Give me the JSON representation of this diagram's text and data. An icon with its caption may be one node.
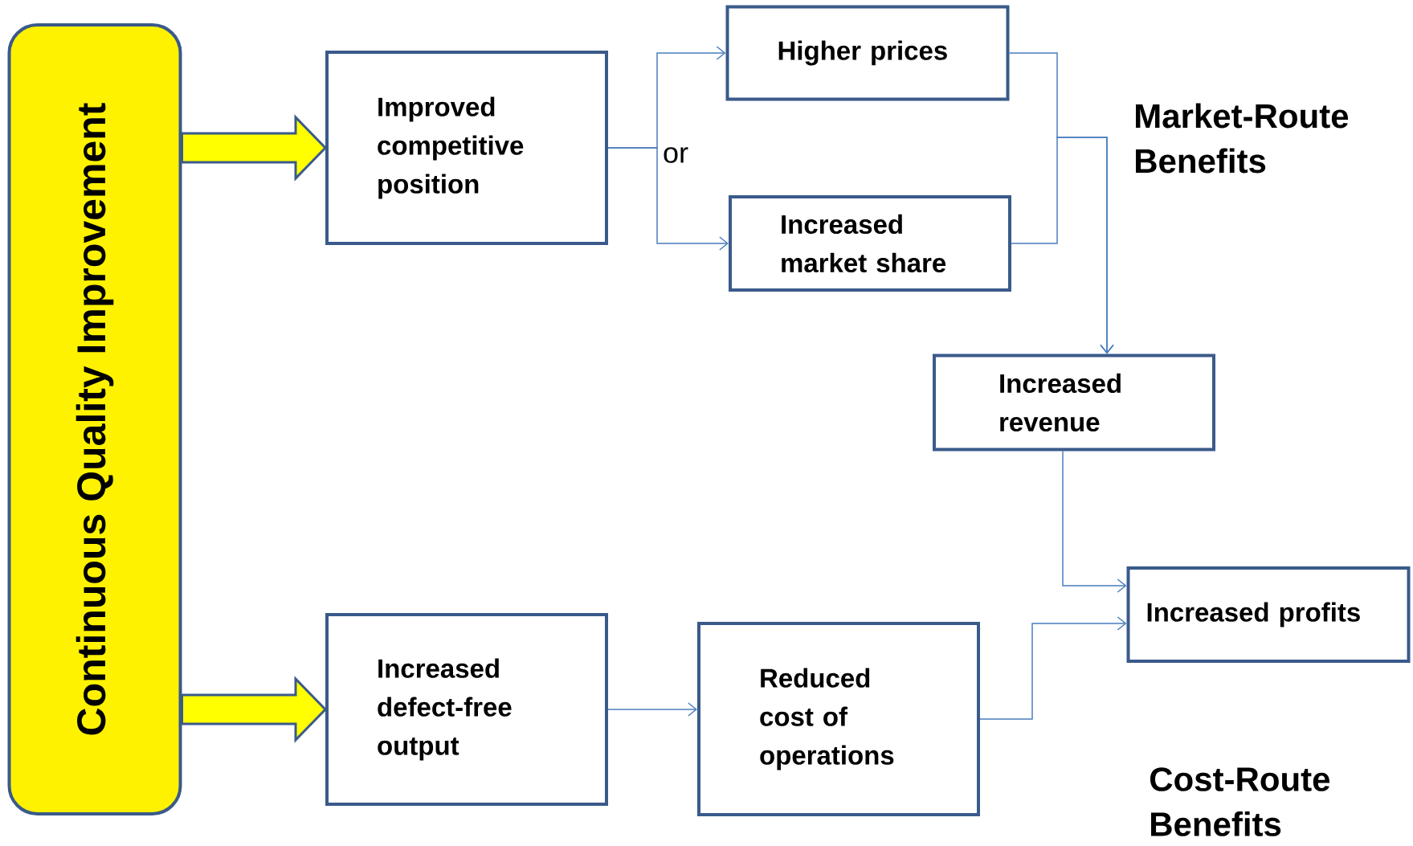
{
  "diagram": {
    "nodes": [
      {
        "text": [
          "Continuous Quality Improvement"
        ]
      },
      {
        "text": [
          "Improved competitive position"
        ]
      },
      {
        "text": [
          "Higher prices"
        ]
      },
      {
        "text": [
          "Increased market share"
        ]
      },
      {
        "text": [
          "Increased revenue"
        ]
      },
      {
        "text": [
          "Increased profits"
        ]
      },
      {
        "text": [
          "Increased defect-free output"
        ]
      },
      {
        "text": [
          "Reduced cost of operations"
        ]
      }
    ],
    "edges": [
      {
        "from": 0,
        "to": 1,
        "arrow": "to",
        "style": "thick",
        "color": "#ffff00"
      },
      {
        "from": 0,
        "to": 6,
        "arrow": "to",
        "style": "thick",
        "color": "#ffff00"
      },
      {
        "from": 1,
        "to": 2,
        "arrow": "to"
      },
      {
        "from": 1,
        "to": 3,
        "arrow": "to"
      },
      {
        "from": 2,
        "to": 4,
        "arrow": "to"
      },
      {
        "from": 3,
        "to": 4,
        "arrow": "to"
      },
      {
        "from": 4,
        "to": 5,
        "arrow": "to"
      },
      {
        "from": 6,
        "to": 7,
        "arrow": "to"
      },
      {
        "from": 7,
        "to": 5,
        "arrow": "to"
      }
    ],
    "labels": [
      "or",
      "Market-Route Benefits",
      "Cost-Route Benefits"
    ]
  }
}
